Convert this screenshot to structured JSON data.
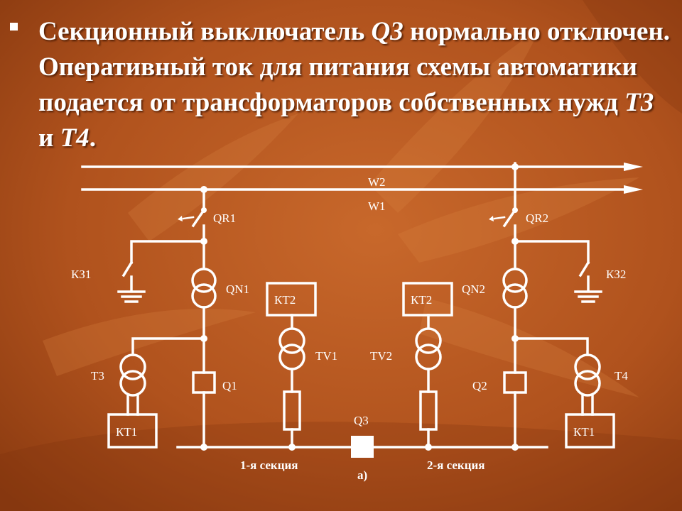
{
  "title": {
    "part1": "Секционный выключатель ",
    "q3": "Q3",
    "part2": " нормально отключен. Оперативный ток для питания схемы автоматики подается от трансформаторов собственных нужд ",
    "t3": "Т3",
    "and": " и ",
    "t4": "Т4",
    "end": "."
  },
  "labels": {
    "w2": "W2",
    "w1": "W1",
    "qr1": "QR1",
    "qr2": "QR2",
    "kz1": "КЗ1",
    "kz2": "КЗ2",
    "qn1": "QN1",
    "qn2": "QN2",
    "kt2_left": "КТ2",
    "kt2_right": "КТ2",
    "tv1": "TV1",
    "tv2": "TV2",
    "t3": "Т3",
    "t4": "Т4",
    "q1": "Q1",
    "q2": "Q2",
    "q3": "Q3",
    "kt1_left": "КТ1",
    "kt1_right": "КТ1",
    "section1": "1-я секция",
    "section2": "2-я секция",
    "fig": "а)"
  },
  "colors": {
    "background": "#b2541e",
    "line": "#ffffff",
    "text": "#ffffff"
  }
}
